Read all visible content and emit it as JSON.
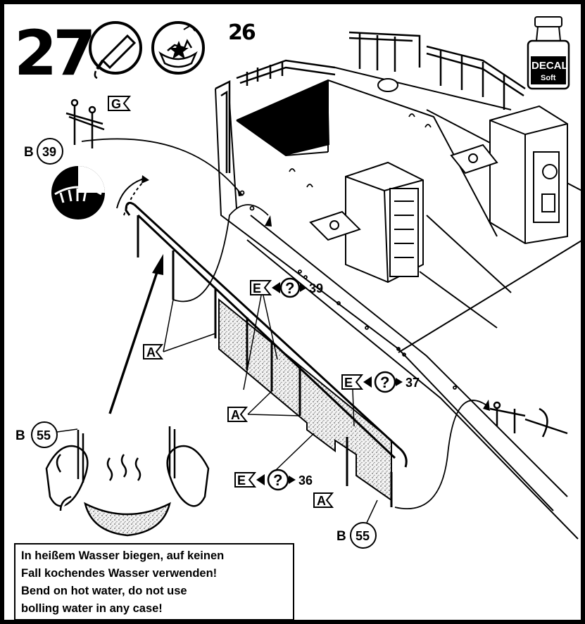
{
  "step": {
    "number": "27",
    "reference": "26"
  },
  "decal_bottle": {
    "line1": "DECAL",
    "line2": "Soft"
  },
  "callouts": {
    "part_G": "G",
    "part_B": "B",
    "part_A": "A",
    "part_E": "E",
    "qty_unknown": "?",
    "sprue_39": "39",
    "sprue_55": "55",
    "sprue_37": "37",
    "sprue_36": "36"
  },
  "note": {
    "line1": "In heißem Wasser biegen, auf keinen",
    "line2": "Fall kochendes Wasser verwenden!",
    "line3": "Bend on hot water, do not use",
    "line4": "bolling water in any case!"
  },
  "icons": [
    "glue-tube-icon",
    "decal-water-icon",
    "paint-mask-icon",
    "decal-soft-bottle-icon"
  ]
}
